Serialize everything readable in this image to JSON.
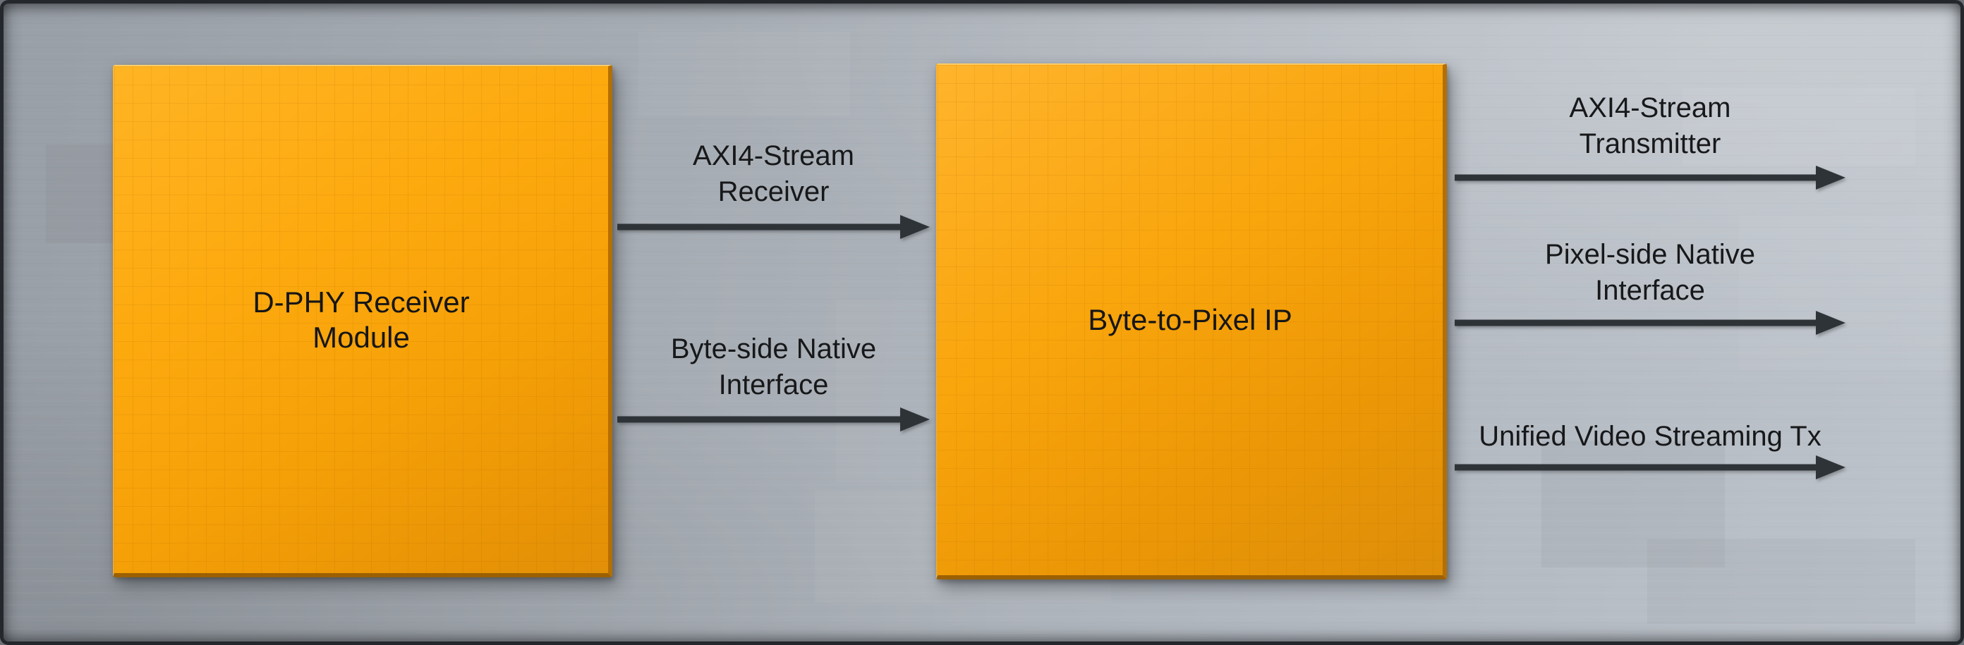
{
  "figure": {
    "type": "block-diagram",
    "background_color": "#aab0b8",
    "frame_color": "#24282c",
    "block_fill_top": "#ffb424",
    "block_fill_bottom": "#e29008",
    "arrow_color": "#2e3338",
    "text_color": "#161616"
  },
  "blocks": [
    {
      "id": "dphy-receiver-module",
      "label": "D-PHY Receiver\nModule"
    },
    {
      "id": "byte-to-pixel-ip",
      "label": "Byte-to-Pixel IP"
    }
  ],
  "connections": {
    "between_blocks": [
      {
        "label": "AXI4-Stream\nReceiver",
        "from": "dphy-receiver-module",
        "to": "byte-to-pixel-ip"
      },
      {
        "label": "Byte-side Native\nInterface",
        "from": "dphy-receiver-module",
        "to": "byte-to-pixel-ip"
      }
    ],
    "outputs": [
      {
        "label": "AXI4-Stream\nTransmitter",
        "from": "byte-to-pixel-ip"
      },
      {
        "label": "Pixel-side Native\nInterface",
        "from": "byte-to-pixel-ip"
      },
      {
        "label": "Unified Video Streaming Tx",
        "from": "byte-to-pixel-ip"
      }
    ]
  }
}
